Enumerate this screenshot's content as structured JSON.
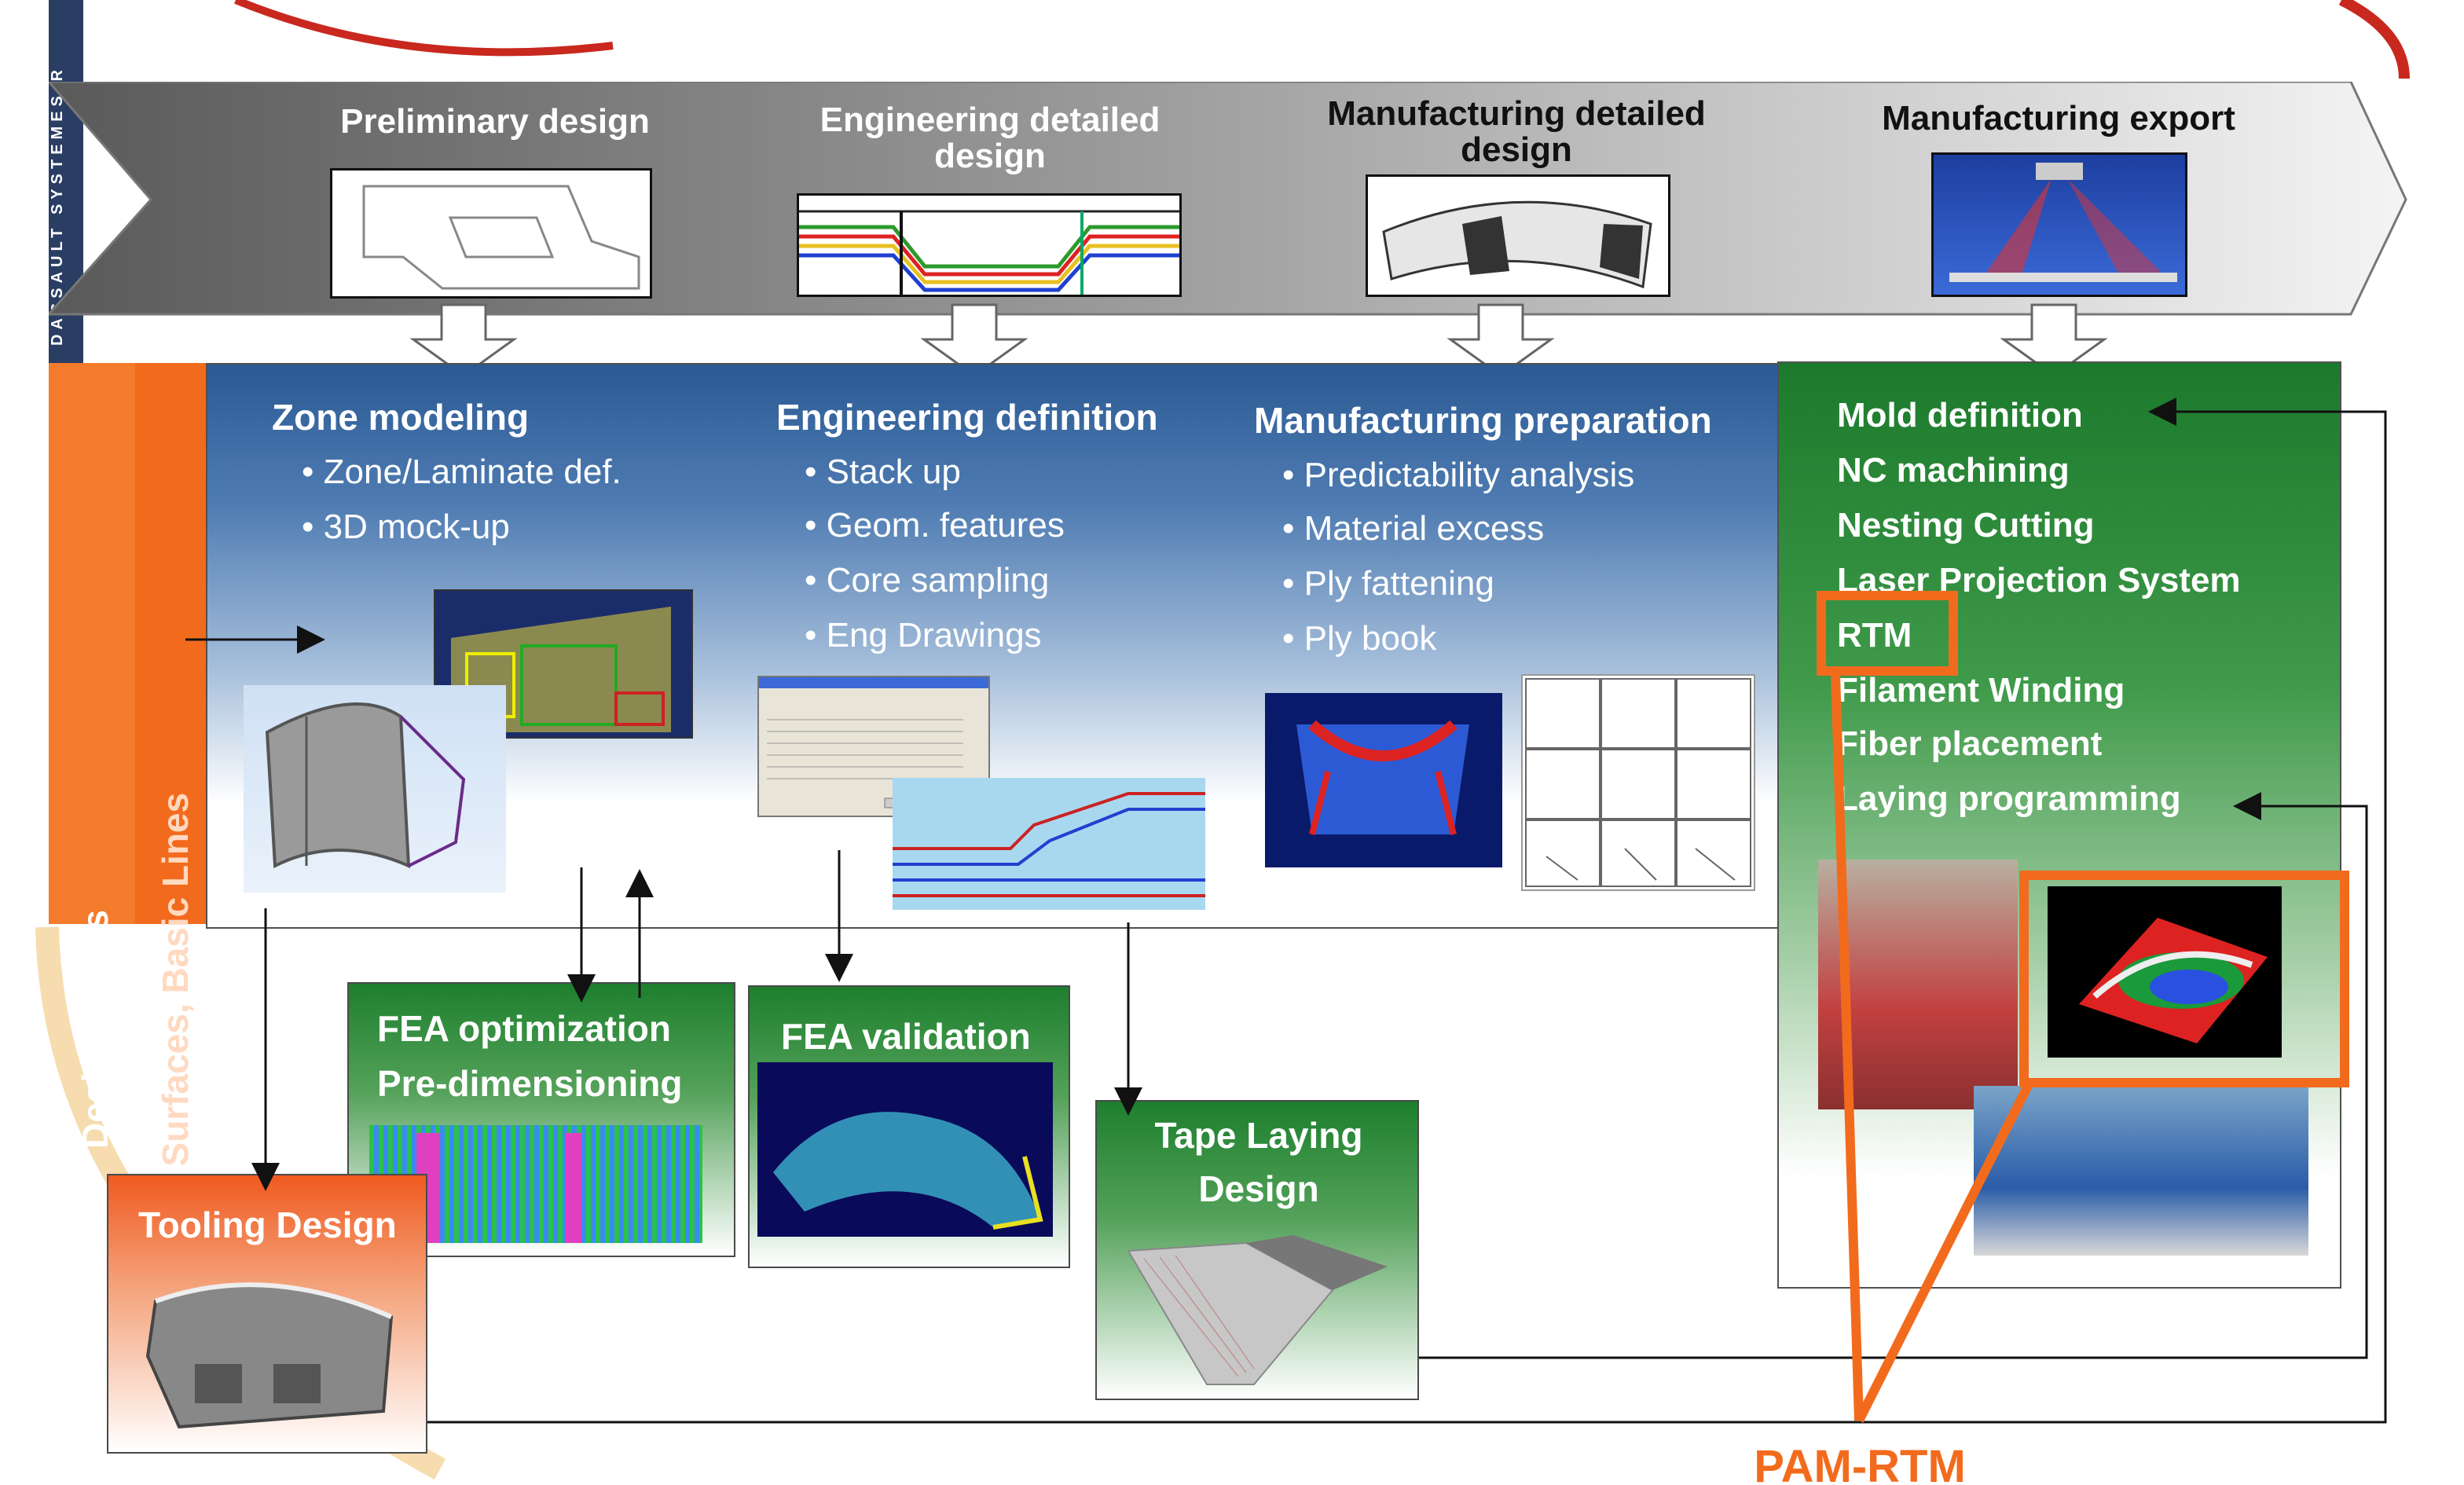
{
  "vertical_strip": {
    "text": "DASSAULT SYSTEMES-R"
  },
  "sidebar": {
    "title": "Design Inputs",
    "subtitle": "Basic Surfaces, Basic Lines"
  },
  "stages": [
    {
      "label": "Preliminary design"
    },
    {
      "label": "Engineering detailed design"
    },
    {
      "label": "Manufacturing detailed design"
    },
    {
      "label": "Manufacturing export"
    }
  ],
  "columns": {
    "zone": {
      "title": "Zone modeling",
      "bullets": [
        "Zone/Laminate def.",
        "3D mock-up"
      ]
    },
    "eng": {
      "title": "Engineering definition",
      "bullets": [
        "Stack up",
        "Geom. features",
        "Core sampling",
        "Eng Drawings"
      ]
    },
    "mfg": {
      "title": "Manufacturing preparation",
      "bullets": [
        "Predictability analysis",
        "Material excess",
        "Ply fattening",
        "Ply book"
      ]
    }
  },
  "export_items": [
    "Mold definition",
    "NC machining",
    "Nesting Cutting",
    "Laser Projection System",
    "RTM",
    "Filament Winding",
    "Fiber placement",
    "Laying programming"
  ],
  "boxes": {
    "fea_opt": {
      "line1": "FEA optimization",
      "line2": "Pre-dimensioning"
    },
    "fea_val": {
      "title": "FEA validation"
    },
    "tape": {
      "line1": "Tape Laying",
      "line2": "Design"
    },
    "tooling": {
      "title": "Tooling Design"
    }
  },
  "callout": {
    "label": "PAM-RTM"
  },
  "colors": {
    "accent_orange": "#f26b1d",
    "panel_blue": "#2b5a94",
    "panel_green": "#1c7a2c"
  }
}
